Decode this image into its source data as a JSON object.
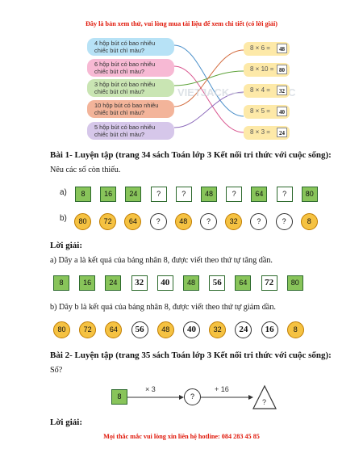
{
  "notice_top": "Đây là bản xem thử, vui lòng mua tài liệu để xem chi tiết (có lời giải)",
  "notice_bottom": "Mọi thắc mắc vui lòng xin liên hệ hotline: 084 283 45 85",
  "watermark": "VIETJACK — TRI THỨC CUỘC SỐNG",
  "colors": {
    "notice": "#e0180a",
    "square_fill": "#88c45a",
    "circle_fill": "#f5c242",
    "calc_fill": "#fde9a8"
  },
  "matching": {
    "questions": [
      {
        "line1": "4 hộp bút có bao nhiêu",
        "line2": "chiếc bút chì màu?",
        "color": "#b7e2f6"
      },
      {
        "line1": "6 hộp bút có bao nhiêu",
        "line2": "chiếc bút chì màu?",
        "color": "#f7b9d4"
      },
      {
        "line1": "3 hộp bút có bao nhiêu",
        "line2": "chiếc bút chì màu?",
        "color": "#c9e5b3"
      },
      {
        "line1": "10 hộp bút có bao nhiêu",
        "line2": "chiếc bút chì màu?",
        "color": "#f3b49a"
      },
      {
        "line1": "5 hộp bút có bao nhiêu",
        "line2": "chiếc bút chì màu?",
        "color": "#d6c7ea"
      }
    ],
    "calcs": [
      {
        "expr": "8 × 6 =",
        "answer": "48"
      },
      {
        "expr": "8 × 10 =",
        "answer": "80"
      },
      {
        "expr": "8 × 4 =",
        "answer": "32"
      },
      {
        "expr": "8 × 5 =",
        "answer": "40"
      },
      {
        "expr": "8 × 3 =",
        "answer": "24"
      }
    ]
  },
  "bai1": {
    "heading": "Bài 1- Luyện tập (trang 34 sách Toán lớp 3 Kết nối tri thức với cuộc sống):",
    "prompt": "Nêu các số còn thiếu.",
    "label_a": "a)",
    "label_b": "b)",
    "row_a": [
      "8",
      "16",
      "24",
      "?",
      "?",
      "48",
      "?",
      "64",
      "?",
      "80"
    ],
    "row_b": [
      "80",
      "72",
      "64",
      "?",
      "48",
      "?",
      "32",
      "?",
      "?",
      "8"
    ],
    "solution_title": "Lời giải:",
    "sol_a_text": "a) Dãy a là kết quả của bảng nhân 8, được viết theo thứ tự tăng dần.",
    "sol_a": [
      "8",
      "16",
      "24",
      "32",
      "40",
      "48",
      "56",
      "64",
      "72",
      "80"
    ],
    "sol_b_text": "b) Dãy b là kết quả của bảng nhân 8, được viết theo thứ tự giảm dần.",
    "sol_b": [
      "80",
      "72",
      "64",
      "56",
      "48",
      "40",
      "32",
      "24",
      "16",
      "8"
    ]
  },
  "bai2": {
    "heading": "Bài 2- Luyện tập (trang 35 sách Toán lớp 3 Kết nối tri thức với cuộc sống):",
    "prompt": "Số?",
    "start": "8",
    "op1": "× 3",
    "mid": "?",
    "op2": "+ 16",
    "end": "?",
    "solution_title": "Lời giải:"
  }
}
